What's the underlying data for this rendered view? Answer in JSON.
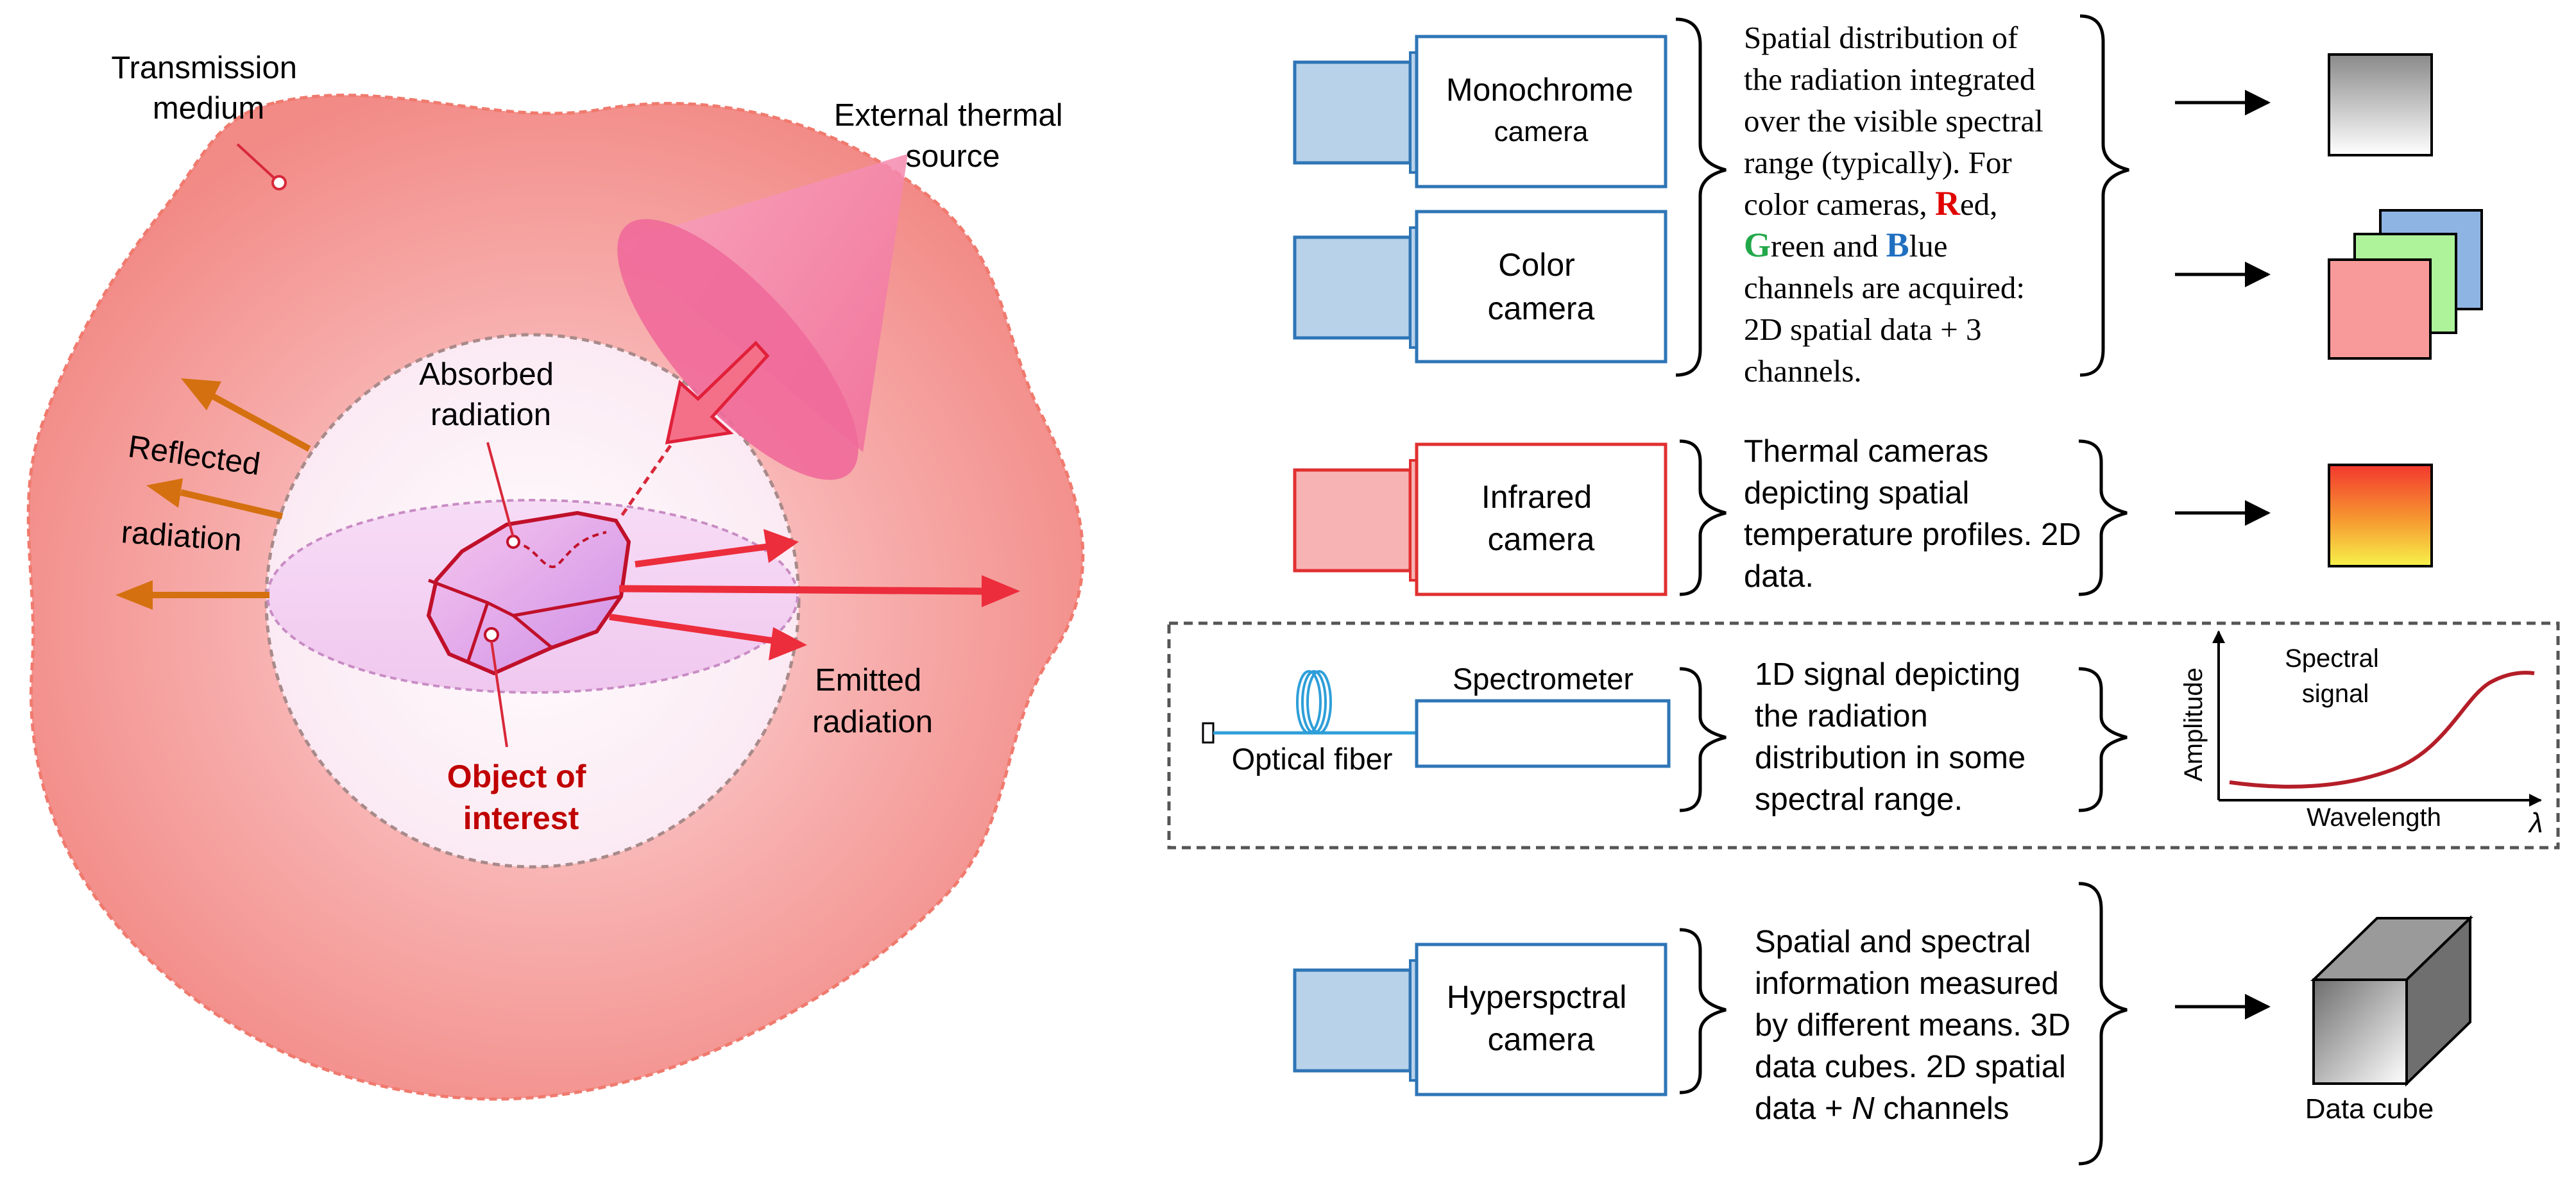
{
  "left": {
    "transmission_medium": [
      "Transmission",
      "medium"
    ],
    "external_source": [
      "External thermal",
      "source"
    ],
    "absorbed": [
      "Absorbed",
      "radiation"
    ],
    "reflected": [
      "Reflected",
      "radiation"
    ],
    "emitted": [
      "Emitted",
      "radiation"
    ],
    "object": [
      "Object of",
      "interest"
    ]
  },
  "cameras": {
    "monochrome": [
      "Monochrome",
      "camera"
    ],
    "color": [
      "Color",
      "camera"
    ],
    "infrared": [
      "Infrared",
      "camera"
    ],
    "spectrometer": "Spectrometer",
    "optical_fiber": "Optical fiber",
    "hyperspectral": [
      "Hyperspctral",
      "camera"
    ]
  },
  "descriptions": {
    "visible": {
      "line1": "Spatial distribution of",
      "line2": "the radiation integrated",
      "line3": "over the visible spectral",
      "line4": "range (typically). For",
      "line5_pre": "color cameras, ",
      "r_initial": "R",
      "r_rest": "ed,",
      "g_initial": "G",
      "g_rest": "reen and ",
      "b_initial": "B",
      "b_rest": "lue",
      "line7": "channels are acquired:",
      "line8": "2D spatial data + 3",
      "line9": "channels."
    },
    "infrared": [
      "Thermal cameras",
      "depicting spatial",
      "temperature profiles. 2D",
      "data."
    ],
    "spectrometer": [
      "1D signal depicting",
      "the radiation",
      "distribution in some",
      "spectral range."
    ],
    "hyperspectral": {
      "line1": "Spatial and spectral",
      "line2": "information measured",
      "line3": "by different means. 3D",
      "line4": "data cubes. 2D spatial",
      "line5_pre": "data + ",
      "n": "N",
      "line5_post": " channels"
    }
  },
  "spectral_plot": {
    "title": [
      "Spectral",
      "signal"
    ],
    "ylabel": "Amplitude",
    "xlabel": "Wavelength",
    "lambda": "λ"
  },
  "data_cube_label": "Data cube",
  "colors": {
    "camera_blue": "#2e75b6",
    "camera_fill": "#b8d2ea",
    "infrared_red": "#e03030",
    "infrared_fill": "#f7b3b3",
    "red_accent": "#e00000",
    "green_accent": "#22a84a",
    "blue_accent": "#1f6fc0",
    "object_label": "#c00000",
    "orange_arrow": "#d4700f",
    "emitted_arrow": "#ec2d3c",
    "spectral_curve": "#b41e28"
  }
}
